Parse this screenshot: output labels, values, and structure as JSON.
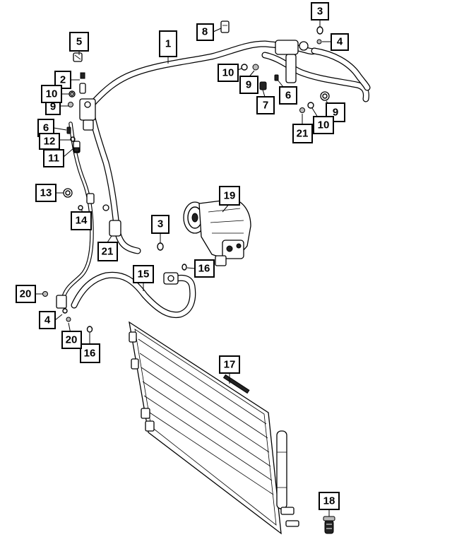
{
  "callouts": [
    {
      "id": "c-1",
      "label": "1"
    },
    {
      "id": "c-2",
      "label": "2"
    },
    {
      "id": "c-3-top",
      "label": "3"
    },
    {
      "id": "c-3-mid",
      "label": "3"
    },
    {
      "id": "c-4-top",
      "label": "4"
    },
    {
      "id": "c-4-low",
      "label": "4"
    },
    {
      "id": "c-5",
      "label": "5"
    },
    {
      "id": "c-6-left",
      "label": "6"
    },
    {
      "id": "c-6-right",
      "label": "6"
    },
    {
      "id": "c-8",
      "label": "8"
    },
    {
      "id": "c-9-left",
      "label": "9"
    },
    {
      "id": "c-9-mid",
      "label": "9"
    },
    {
      "id": "c-9-right",
      "label": "9"
    },
    {
      "id": "c-10-left",
      "label": "10"
    },
    {
      "id": "c-10-mid",
      "label": "10"
    },
    {
      "id": "c-10-right",
      "label": "10"
    },
    {
      "id": "c-11",
      "label": "11"
    },
    {
      "id": "c-12",
      "label": "12"
    },
    {
      "id": "c-13",
      "label": "13"
    },
    {
      "id": "c-14",
      "label": "14"
    },
    {
      "id": "c-15",
      "label": "15"
    },
    {
      "id": "c-16-mid",
      "label": "16"
    },
    {
      "id": "c-16-low",
      "label": "16"
    },
    {
      "id": "c-17",
      "label": "17"
    },
    {
      "id": "c-18",
      "label": "18"
    },
    {
      "id": "c-19",
      "label": "19"
    },
    {
      "id": "c-20-left",
      "label": "20"
    },
    {
      "id": "c-20-low",
      "label": "20"
    },
    {
      "id": "c-21-left",
      "label": "21"
    },
    {
      "id": "c-21-right",
      "label": "21"
    },
    {
      "id": "c-7",
      "label": "7"
    }
  ]
}
